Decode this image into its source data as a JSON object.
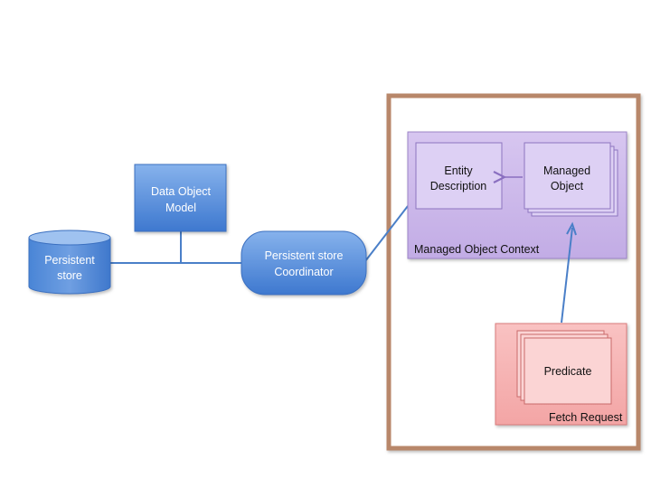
{
  "nodes": {
    "persistent_store": {
      "line1": "Persistent",
      "line2": "store"
    },
    "data_object_model": {
      "line1": "Data Object",
      "line2": "Model"
    },
    "coordinator": {
      "line1": "Persistent store",
      "line2": "Coordinator"
    },
    "entity_description": {
      "line1": "Entity",
      "line2": "Description"
    },
    "managed_object": {
      "line1": "Managed",
      "line2": "Object"
    },
    "managed_object_context": {
      "label": "Managed Object Context"
    },
    "predicate": {
      "label": "Predicate"
    },
    "fetch_request": {
      "label": "Fetch Request"
    }
  },
  "colors": {
    "blue_top": "#7aa7e6",
    "blue_bottom": "#3f7bd1",
    "connector": "#4a7fc8",
    "outer_border": "#b8876a",
    "context_fill": "#cdb9ea",
    "context_border": "#9c84c8",
    "fetch_fill": "#f7b3b3",
    "fetch_border": "#d97a7a",
    "predicate_fill": "#fbd4d4"
  }
}
